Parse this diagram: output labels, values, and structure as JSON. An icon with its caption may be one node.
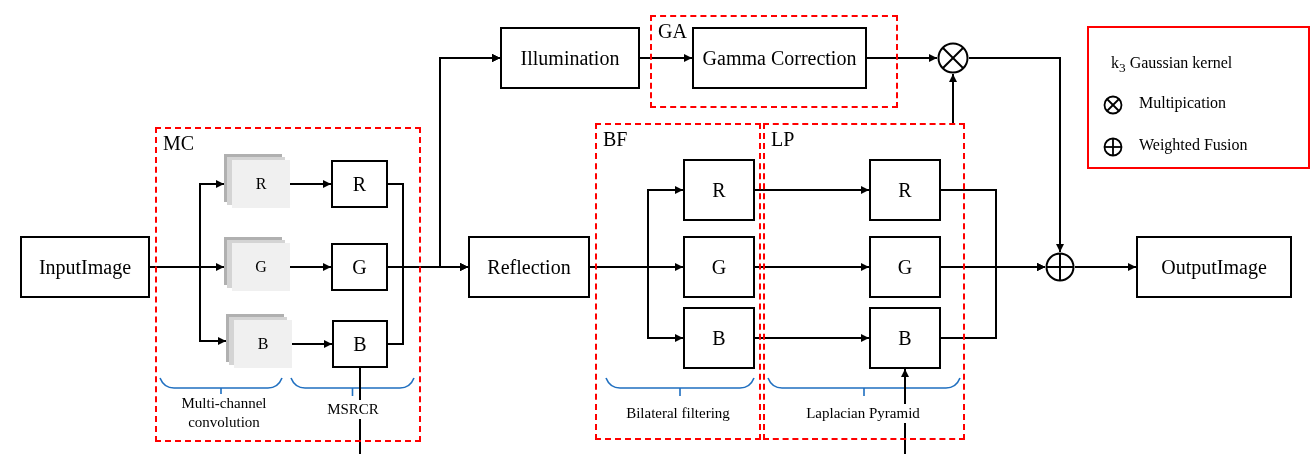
{
  "diagram": {
    "nodes": [
      {
        "text": [
          "InputImage"
        ]
      },
      {
        "text": [
          "MC"
        ]
      },
      {
        "text": [
          "R"
        ],
        "in": 1
      },
      {
        "text": [
          "G"
        ],
        "in": 1
      },
      {
        "text": [
          "B"
        ],
        "in": 1
      },
      {
        "text": [
          "R"
        ],
        "in": 1
      },
      {
        "text": [
          "G"
        ],
        "in": 1
      },
      {
        "text": [
          "B"
        ],
        "in": 1
      },
      {
        "text": [
          "Illumination"
        ]
      },
      {
        "text": [
          "GA"
        ]
      },
      {
        "text": [
          "Gamma Correction"
        ],
        "in": 9
      },
      {
        "text": [],
        "shape": "circle"
      },
      {
        "text": [
          "Reflection"
        ]
      },
      {
        "text": [
          "BF"
        ]
      },
      {
        "text": [
          "R"
        ],
        "in": 13
      },
      {
        "text": [
          "G"
        ],
        "in": 13
      },
      {
        "text": [
          "B"
        ],
        "in": 13
      },
      {
        "text": [
          "LP"
        ]
      },
      {
        "text": [
          "R"
        ],
        "in": 17
      },
      {
        "text": [
          "G"
        ],
        "in": 17
      },
      {
        "text": [
          "B"
        ],
        "in": 17
      },
      {
        "text": [],
        "shape": "circle"
      },
      {
        "text": [
          "OutputImage"
        ]
      }
    ],
    "edges": [
      {
        "from": 0,
        "to": 2,
        "arrow": "to"
      },
      {
        "from": 0,
        "to": 3,
        "arrow": "to"
      },
      {
        "from": 0,
        "to": 4,
        "arrow": "to"
      },
      {
        "from": 2,
        "to": 5,
        "arrow": "to"
      },
      {
        "from": 3,
        "to": 6,
        "arrow": "to"
      },
      {
        "from": 4,
        "to": 7,
        "arrow": "to"
      },
      {
        "from": 5,
        "to": 8,
        "arrow": "to"
      },
      {
        "from": 6,
        "to": 8,
        "arrow": "to"
      },
      {
        "from": 7,
        "to": 8,
        "arrow": "to"
      },
      {
        "from": 5,
        "to": 12,
        "arrow": "to"
      },
      {
        "from": 6,
        "to": 12,
        "arrow": "to"
      },
      {
        "from": 7,
        "to": 12,
        "arrow": "to"
      },
      {
        "from": 7,
        "to": null,
        "arrow": "none"
      },
      {
        "from": 8,
        "to": 10,
        "arrow": "to"
      },
      {
        "from": 10,
        "to": 11,
        "arrow": "to"
      },
      {
        "from": 17,
        "to": 11,
        "arrow": "to"
      },
      {
        "from": 12,
        "to": 14,
        "arrow": "to"
      },
      {
        "from": 12,
        "to": 15,
        "arrow": "to"
      },
      {
        "from": 12,
        "to": 16,
        "arrow": "to"
      },
      {
        "from": 14,
        "to": 18,
        "arrow": "to"
      },
      {
        "from": 15,
        "to": 19,
        "arrow": "to"
      },
      {
        "from": 16,
        "to": 20,
        "arrow": "to"
      },
      {
        "from": 18,
        "to": 21,
        "arrow": "to"
      },
      {
        "from": 19,
        "to": 21,
        "arrow": "to"
      },
      {
        "from": 20,
        "to": 21,
        "arrow": "to"
      },
      {
        "from": 11,
        "to": 21,
        "arrow": "to"
      },
      {
        "from": 21,
        "to": 22,
        "arrow": "to"
      },
      {
        "from": null,
        "to": 20,
        "arrow": "to"
      }
    ],
    "labels": [
      "Multi-channel convolution",
      "MSRCR",
      "Bilateral filtering",
      "Laplacian Pyramid"
    ],
    "legend": [
      {
        "text": "k$_{3}$ Gaussian kernel"
      },
      {
        "text": "Multipication"
      },
      {
        "text": "Weighted Fusion"
      }
    ]
  }
}
